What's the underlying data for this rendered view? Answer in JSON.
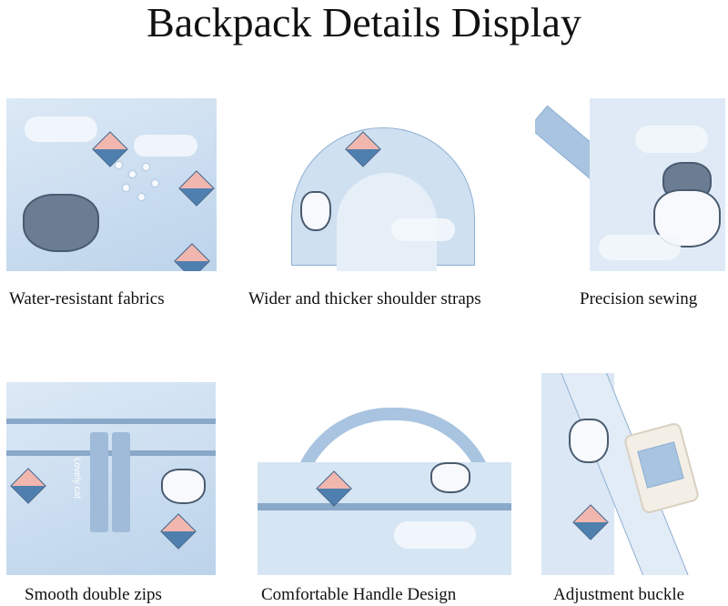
{
  "title": "Backpack Details Display",
  "panels": [
    {
      "caption": "Water-resistant fabrics"
    },
    {
      "caption": "Wider and thicker shoulder straps"
    },
    {
      "caption": "Precision sewing"
    },
    {
      "caption": "Smooth double zips"
    },
    {
      "caption": "Comfortable Handle Design"
    },
    {
      "caption": "Adjustment buckle"
    }
  ],
  "zip_tag_text": "Lovely cat"
}
